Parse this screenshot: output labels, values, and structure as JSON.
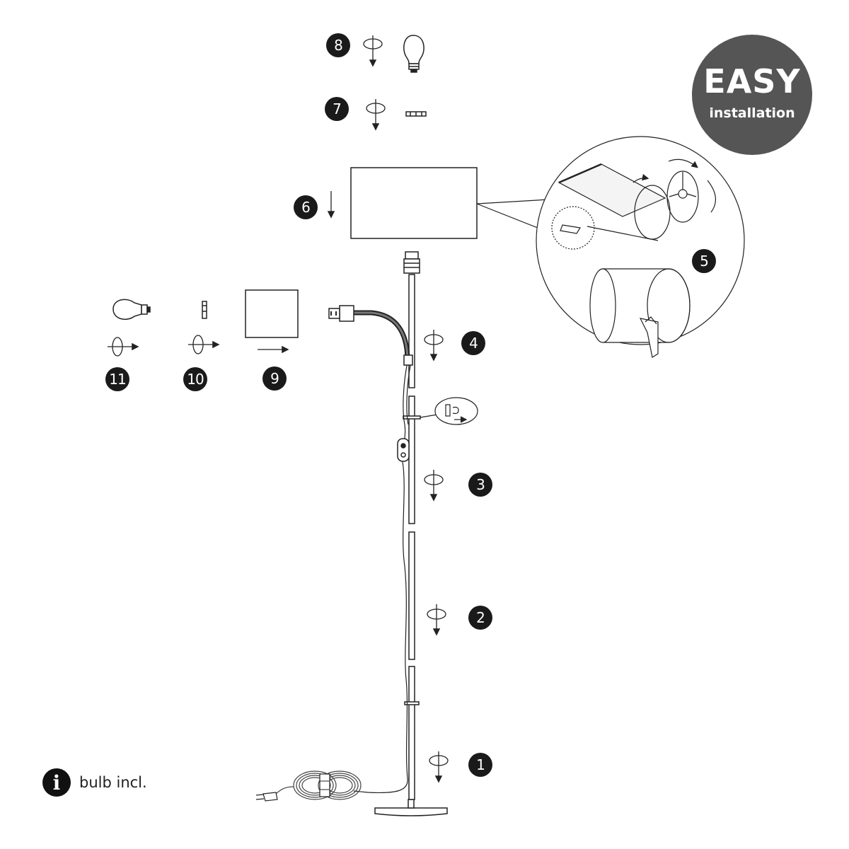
{
  "badge_text": {
    "easy": "EASY",
    "installation": "installation"
  },
  "steps": [
    "1",
    "2",
    "3",
    "4",
    "5",
    "6",
    "7",
    "8",
    "9",
    "10",
    "11"
  ],
  "info_note": {
    "icon": "info-icon",
    "text": "bulb incl."
  },
  "colors": {
    "line": "#222222",
    "badge": "#1a1a1a",
    "easy_badge": "#555555"
  }
}
